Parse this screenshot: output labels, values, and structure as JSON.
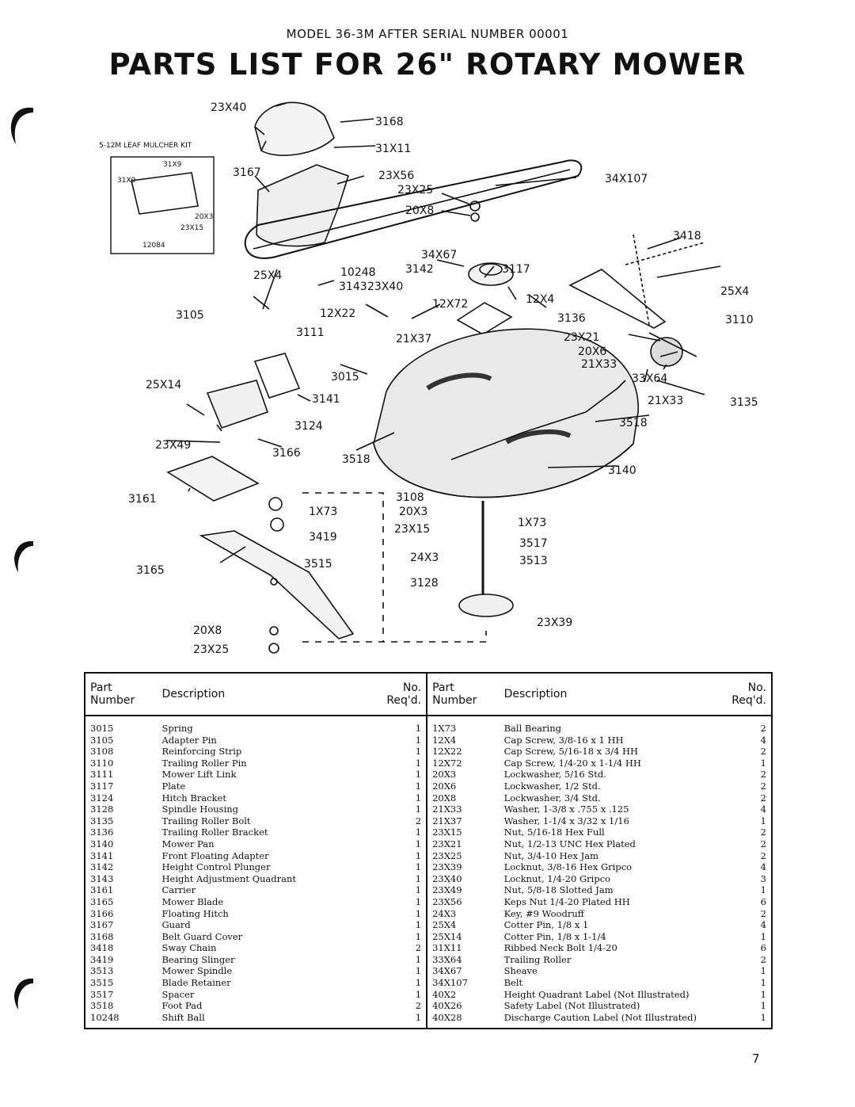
{
  "header": {
    "model_line": "MODEL 36-3M AFTER SERIAL NUMBER 00001",
    "title": "PARTS LIST FOR 26\" ROTARY MOWER"
  },
  "diagram": {
    "kit_label": "5-12M LEAF MULCHER KIT",
    "kit_parts": [
      "31X9",
      "31X9",
      "20X3",
      "23X15",
      "12084"
    ],
    "callouts": [
      "23X40",
      "3168",
      "31X11",
      "3167",
      "23X56",
      "23X25",
      "20X8",
      "34X107",
      "3418",
      "34X67",
      "3142",
      "3117",
      "25X4",
      "10248",
      "3143",
      "23X40",
      "12X72",
      "12X4",
      "25X4",
      "3105",
      "12X22",
      "3111",
      "21X37",
      "3136",
      "3110",
      "23X21",
      "20X6",
      "21X33",
      "3015",
      "33X64",
      "25X14",
      "3141",
      "21X33",
      "3135",
      "3124",
      "3518",
      "23X49",
      "3166",
      "3518",
      "3140",
      "3161",
      "3108",
      "1X73",
      "20X3",
      "1X73",
      "23X15",
      "3419",
      "3517",
      "3165",
      "3515",
      "24X3",
      "3513",
      "3128",
      "20X8",
      "23X39",
      "23X25"
    ]
  },
  "table": {
    "headers": {
      "part_number": "Part Number",
      "description": "Description",
      "no_reqd": "No. Req'd."
    },
    "rows": [
      {
        "l": [
          "3015",
          "Spring",
          "1"
        ],
        "r": [
          "1X73",
          "Ball Bearing",
          "2"
        ]
      },
      {
        "l": [
          "3105",
          "Adapter Pin",
          "1"
        ],
        "r": [
          "12X4",
          "Cap Screw, 3/8-16 x 1 HH",
          "4"
        ]
      },
      {
        "l": [
          "3108",
          "Reinforcing Strip",
          "1"
        ],
        "r": [
          "12X22",
          "Cap Screw, 5/16-18 x 3/4 HH",
          "2"
        ]
      },
      {
        "l": [
          "3110",
          "Trailing Roller Pin",
          "1"
        ],
        "r": [
          "12X72",
          "Cap Screw, 1/4-20 x 1-1/4 HH",
          "1"
        ]
      },
      {
        "l": [
          "3111",
          "Mower Lift Link",
          "1"
        ],
        "r": [
          "20X3",
          "Lockwasher, 5/16 Std.",
          "2"
        ]
      },
      {
        "l": [
          "3117",
          "Plate",
          "1"
        ],
        "r": [
          "20X6",
          "Lockwasher, 1/2 Std.",
          "2"
        ]
      },
      {
        "l": [
          "3124",
          "Hitch Bracket",
          "1"
        ],
        "r": [
          "20X8",
          "Lockwasher, 3/4 Std.",
          "2"
        ]
      },
      {
        "l": [
          "3128",
          "Spindle Housing",
          "1"
        ],
        "r": [
          "21X33",
          "Washer, 1-3/8 x .755 x .125",
          "4"
        ]
      },
      {
        "l": [
          "3135",
          "Trailing Roller Bolt",
          "2"
        ],
        "r": [
          "21X37",
          "Washer, 1-1/4 x 3/32 x 1/16",
          "1"
        ]
      },
      {
        "l": [
          "3136",
          "Trailing Roller Bracket",
          "1"
        ],
        "r": [
          "23X15",
          "Nut, 5/16-18 Hex Full",
          "2"
        ]
      },
      {
        "l": [
          "3140",
          "Mower Pan",
          "1"
        ],
        "r": [
          "23X21",
          "Nut, 1/2-13 UNC Hex Plated",
          "2"
        ]
      },
      {
        "l": [
          "3141",
          "Front Floating Adapter",
          "1"
        ],
        "r": [
          "23X25",
          "Nut, 3/4-10 Hex Jam",
          "2"
        ]
      },
      {
        "l": [
          "3142",
          "Height Control Plunger",
          "1"
        ],
        "r": [
          "23X39",
          "Locknut, 3/8-16 Hex Gripco",
          "4"
        ]
      },
      {
        "l": [
          "3143",
          "Height Adjustment Quadrant",
          "1"
        ],
        "r": [
          "23X40",
          "Locknut, 1/4-20 Gripco",
          "3"
        ]
      },
      {
        "l": [
          "3161",
          "Carrier",
          "1"
        ],
        "r": [
          "23X49",
          "Nut, 5/8-18 Slotted Jam",
          "1"
        ]
      },
      {
        "l": [
          "3165",
          "Mower Blade",
          "1"
        ],
        "r": [
          "23X56",
          "Keps Nut 1/4-20 Plated HH",
          "6"
        ]
      },
      {
        "l": [
          "3166",
          "Floating Hitch",
          "1"
        ],
        "r": [
          "24X3",
          "Key, #9 Woodruff",
          "2"
        ]
      },
      {
        "l": [
          "3167",
          "Guard",
          "1"
        ],
        "r": [
          "25X4",
          "Cotter Pin, 1/8 x 1",
          "4"
        ]
      },
      {
        "l": [
          "3168",
          "Belt Guard Cover",
          "1"
        ],
        "r": [
          "25X14",
          "Cotter Pin, 1/8 x 1-1/4",
          "1"
        ]
      },
      {
        "l": [
          "3418",
          "Sway Chain",
          "2"
        ],
        "r": [
          "31X11",
          "Ribbed Neck Bolt 1/4-20",
          "6"
        ]
      },
      {
        "l": [
          "3419",
          "Bearing Slinger",
          "1"
        ],
        "r": [
          "33X64",
          "Trailing Roller",
          "2"
        ]
      },
      {
        "l": [
          "3513",
          "Mower Spindle",
          "1"
        ],
        "r": [
          "34X67",
          "Sheave",
          "1"
        ]
      },
      {
        "l": [
          "3515",
          "Blade Retainer",
          "1"
        ],
        "r": [
          "34X107",
          "Belt",
          "1"
        ]
      },
      {
        "l": [
          "3517",
          "Spacer",
          "1"
        ],
        "r": [
          "40X2",
          "Height Quadrant Label    (Not Illustrated)",
          "1"
        ]
      },
      {
        "l": [
          "3518",
          "Foot Pad",
          "2"
        ],
        "r": [
          "40X26",
          "Safety Label                 (Not Illustrated)",
          "1"
        ]
      },
      {
        "l": [
          "10248",
          "Shift Ball",
          "1"
        ],
        "r": [
          "40X28",
          "Discharge Caution Label (Not Illustrated)",
          "1"
        ]
      }
    ]
  },
  "page_number": "7"
}
